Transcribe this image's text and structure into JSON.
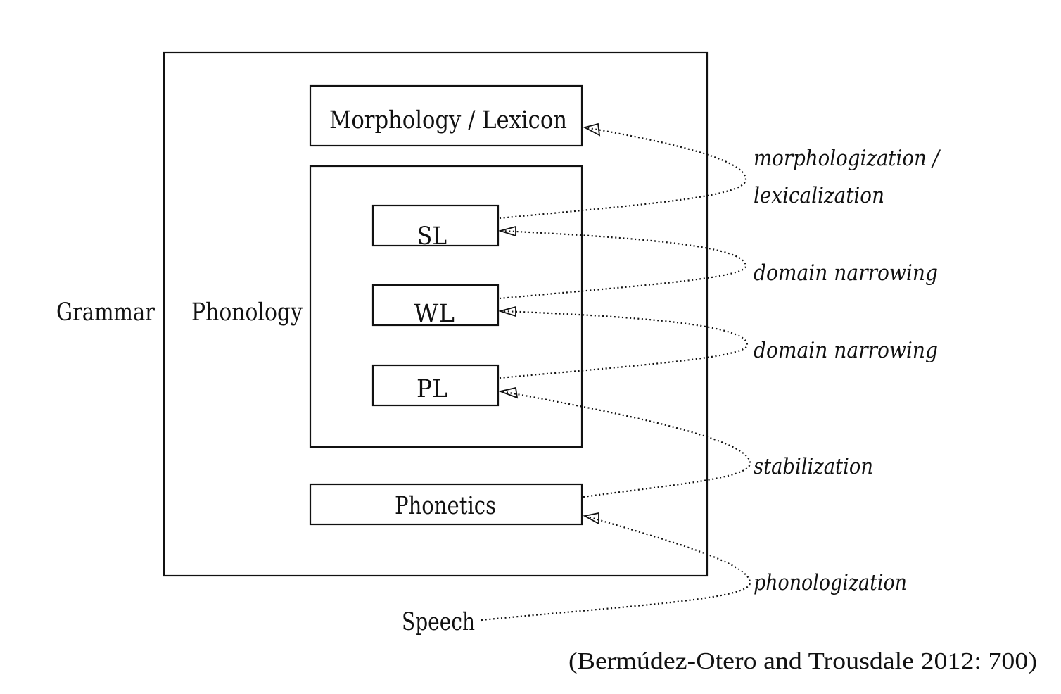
{
  "labels": {
    "grammar": "Grammar",
    "phonology": "Phonology",
    "morphology_lexicon": "Morphology / Lexicon",
    "sl": "SL",
    "wl": "WL",
    "pl": "PL",
    "phonetics": "Phonetics",
    "speech": "Speech"
  },
  "processes": {
    "morphologization_line1": "morphologization /",
    "morphologization_line2": "lexicalization",
    "domain_narrowing_upper": "domain narrowing",
    "domain_narrowing_lower": "domain narrowing",
    "stabilization": "stabilization",
    "phonologization": "phonologization"
  },
  "citation": "(Bermúdez-Otero and Trousdale 2012: 700)"
}
